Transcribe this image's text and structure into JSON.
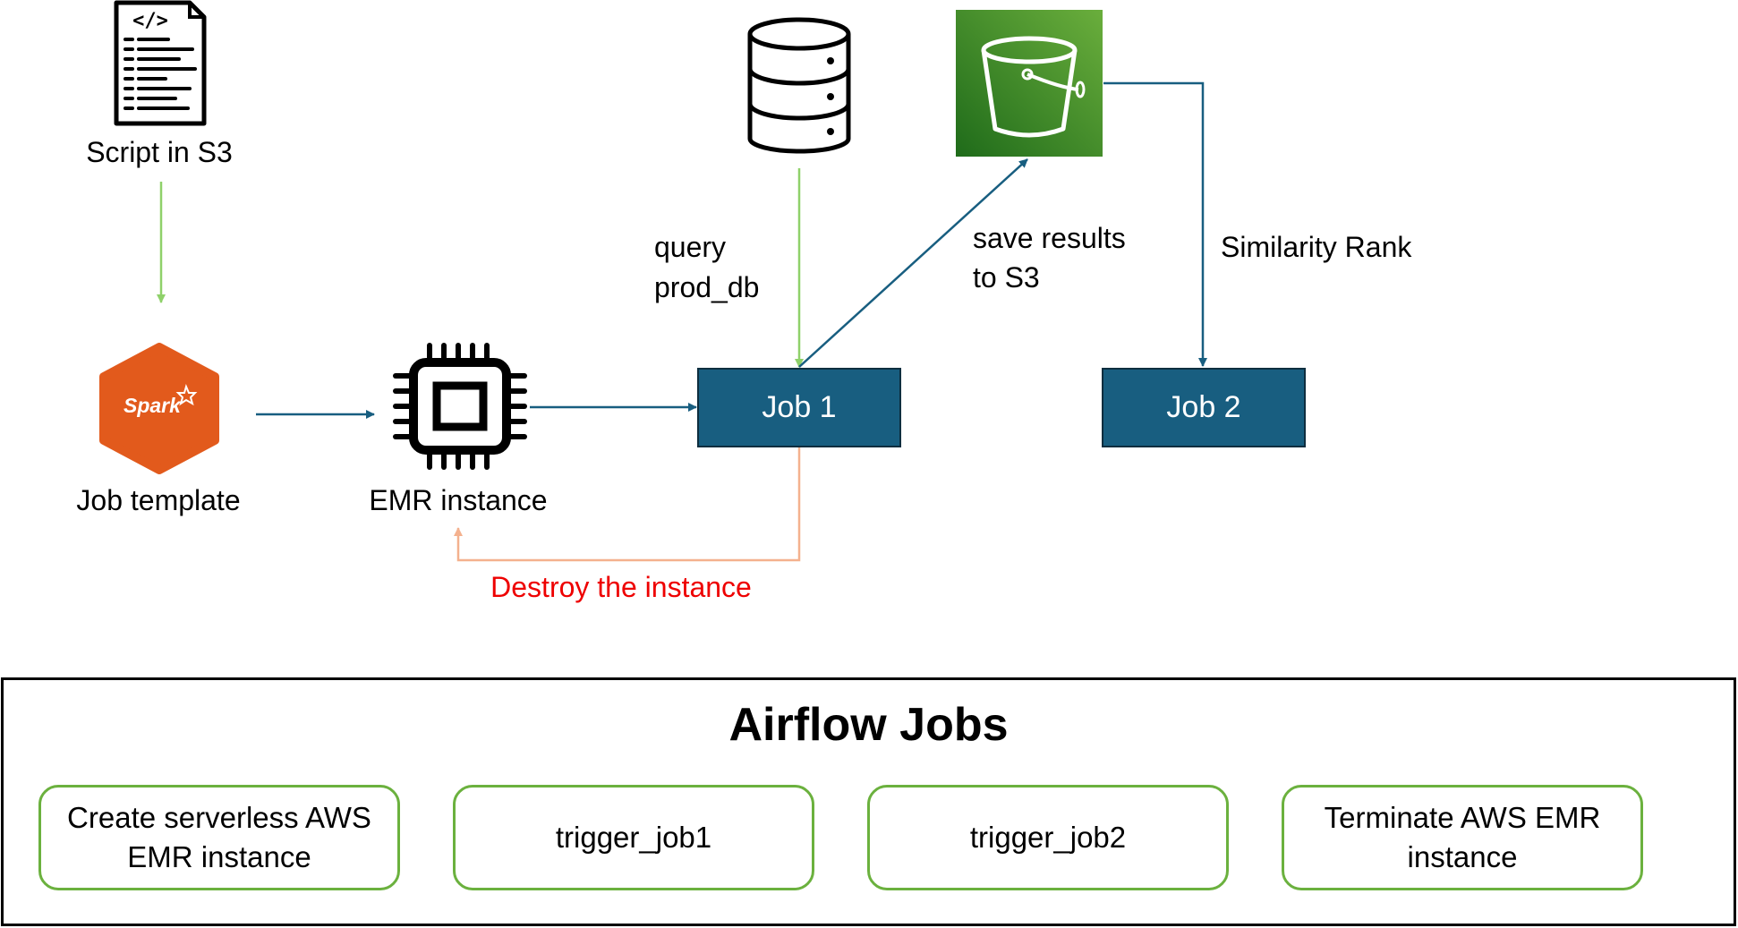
{
  "nodes": {
    "script": {
      "label": "Script in S3"
    },
    "template": {
      "label": "Job template",
      "logo_text": "Spark"
    },
    "emr": {
      "label": "EMR instance"
    },
    "job1": {
      "label": "Job 1"
    },
    "job2": {
      "label": "Job 2"
    }
  },
  "edges": {
    "query": {
      "line1": "query",
      "line2": "prod_db"
    },
    "save": {
      "line1": "save results",
      "line2": "to S3"
    },
    "rank": {
      "label": "Similarity Rank"
    },
    "destroy": {
      "label": "Destroy the instance"
    }
  },
  "airflow": {
    "title": "Airflow Jobs",
    "tasks": [
      {
        "label": "Create serverless AWS EMR instance"
      },
      {
        "label": "trigger_job1"
      },
      {
        "label": "trigger_job2"
      },
      {
        "label": "Terminate AWS EMR instance"
      }
    ]
  },
  "colors": {
    "arrow_blue": "#185e80",
    "arrow_green": "#8fd16a",
    "arrow_orange": "#f4b18e",
    "destroy_text": "#ee0000",
    "spark_orange": "#e25a1c",
    "s3_green_light": "#6aae3c",
    "s3_green_dark": "#1f6b1a",
    "task_border": "#6bb13e"
  }
}
